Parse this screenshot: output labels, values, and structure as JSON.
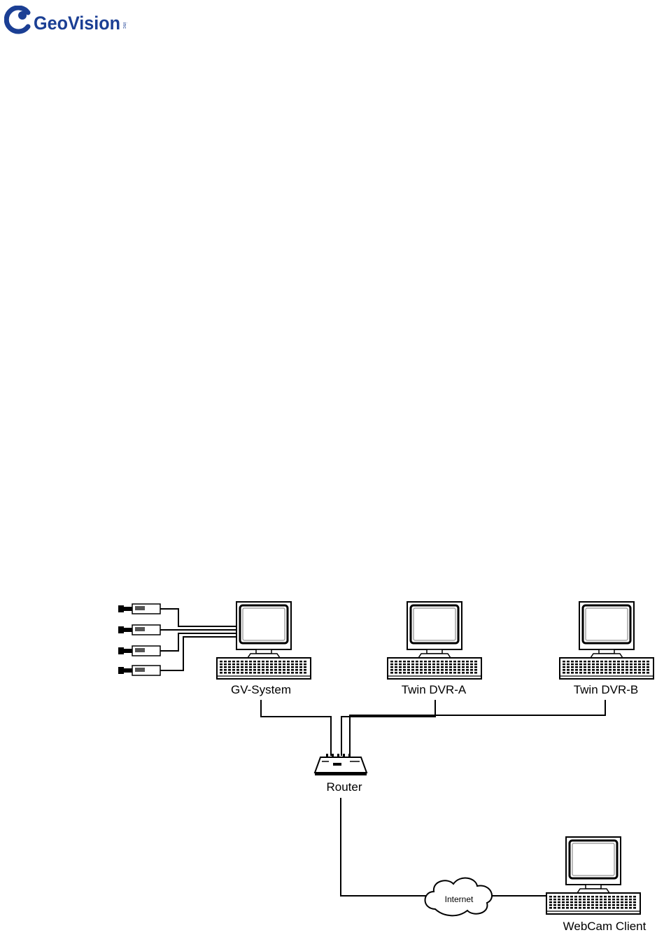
{
  "header": {
    "logo_text": "GeoVision",
    "logo_suffix": "inc"
  },
  "colors": {
    "brand_blue": "#1b3f94",
    "line": "#000000",
    "background": "#ffffff"
  },
  "diagram": {
    "nodes": {
      "gv_system": "GV-System",
      "twin_dvr_a": "Twin DVR-A",
      "twin_dvr_b": "Twin DVR-B",
      "router": "Router",
      "internet": "Internet",
      "webcam_client": "WebCam Client"
    },
    "camera_count": 4
  }
}
